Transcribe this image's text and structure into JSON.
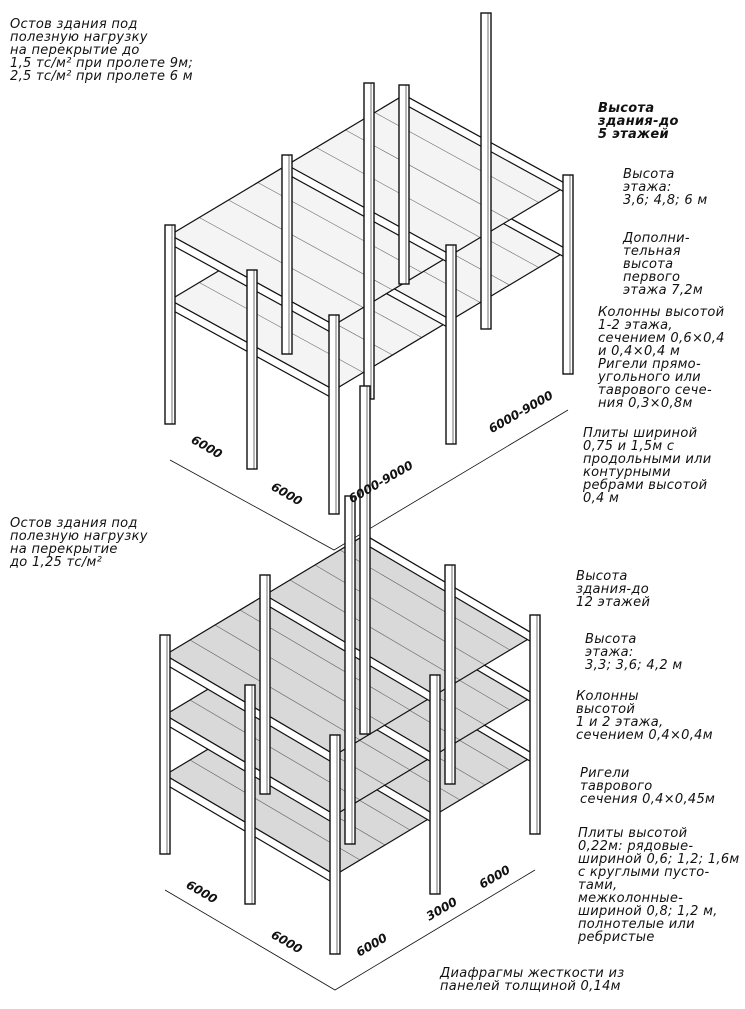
{
  "top_frame": {
    "caption": "Остов здания под\nполезную нагрузку\nна перекрытие до\n1,5 тс/м² при пролете 9м;\n2,5 тс/м² при пролете 6 м",
    "notes": [
      "Высота\nздания-до\n5 этажей",
      "Высота\nэтажа:\n3,6; 4,8; 6 м",
      "Дополни-\nтельная\nвысота\nпервого\nэтажа 7,2м",
      "Колонны высотой\n1-2 этажа,\nсечением 0,6×0,4\nи 0,4×0,4 м\nРигели прямо-\nугольного или\nтаврового сече-\nния 0,3×0,8м",
      "Плиты шириной\n0,75 и 1,5м с\nпродольными или\nконтурными\nребрами высотой\n0,4 м"
    ],
    "dimensions": [
      "6000",
      "6000",
      "6000-9000",
      "6000-9000"
    ]
  },
  "bottom_frame": {
    "caption": "Остов здания под\nполезную нагрузку\nна перекрытие\nдо 1,25 тс/м²",
    "notes": [
      "Высота\nздания-до\n12 этажей",
      "Высота\nэтажа:\n3,3; 3,6; 4,2 м",
      "Колонны\nвысотой\n1 и 2 этажа,\nсечением 0,4×0,4м",
      "Ригели\nтаврового\nсечения 0,4×0,45м",
      "Плиты высотой\n0,22м: рядовые-\nшириной 0,6; 1,2; 1,6м\nс круглыми пусто-\nтами,\nмежколонные-\nшириной 0,8; 1,2 м,\nполнотелые или\nребристые",
      "Диафрагмы жесткости из\nпанелей толщиной 0,14м"
    ],
    "dimensions": [
      "6000",
      "6000",
      "6000",
      "3000",
      "6000"
    ]
  },
  "colors": {
    "ink": "#111111",
    "slab": "#d9d9d9",
    "paper": "#ffffff"
  }
}
